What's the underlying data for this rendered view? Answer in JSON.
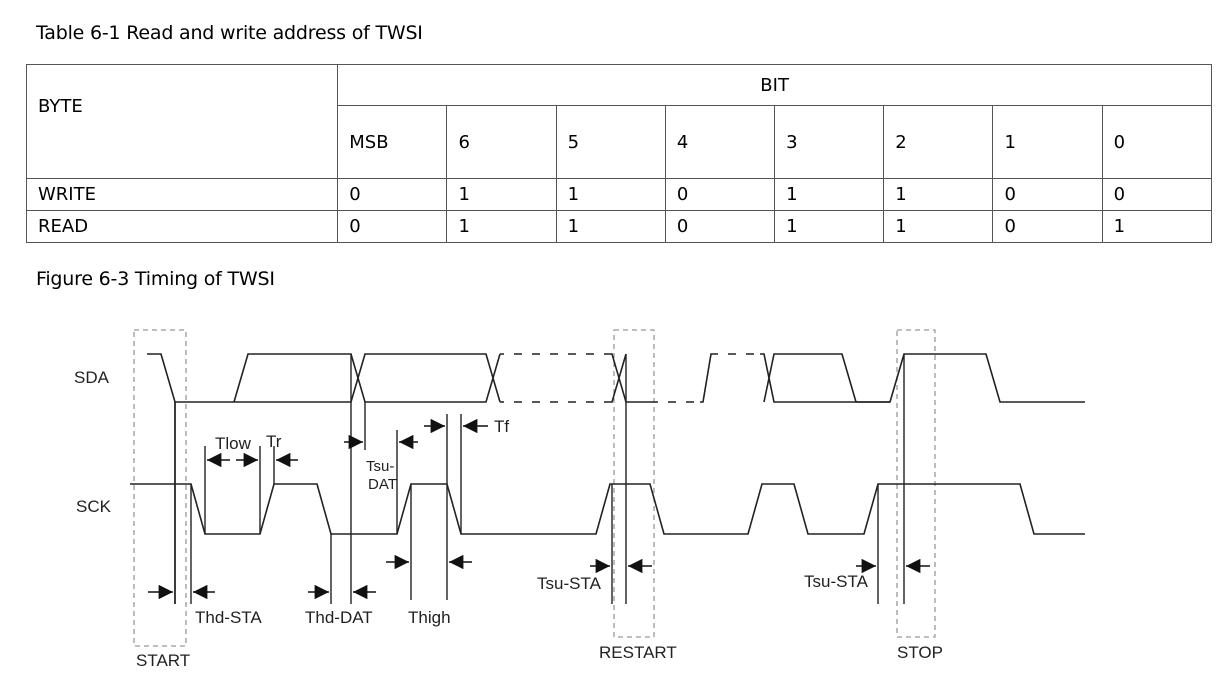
{
  "table": {
    "caption": "Table 6-1 Read and write address of TWSI",
    "byte_header": "BYTE",
    "bit_header": "BIT",
    "bit_columns": [
      "MSB",
      "6",
      "5",
      "4",
      "3",
      "2",
      "1",
      "0"
    ],
    "rows": [
      {
        "label": "WRITE",
        "values": [
          "0",
          "1",
          "1",
          "0",
          "1",
          "1",
          "0",
          "0"
        ]
      },
      {
        "label": "READ",
        "values": [
          "0",
          "1",
          "1",
          "0",
          "1",
          "1",
          "0",
          "1"
        ]
      }
    ]
  },
  "figure": {
    "caption": "Figure 6-3 Timing of TWSI",
    "signals": {
      "sda": "SDA",
      "sck": "SCK"
    },
    "timing_labels": {
      "tlow": "Tlow",
      "tr": "Tr",
      "tf": "Tf",
      "tsu_dat_line1": "Tsu-",
      "tsu_dat_line2": "DAT",
      "thd_sta": "Thd-STA",
      "thd_dat": "Thd-DAT",
      "thigh": "Thigh",
      "tsu_sta_restart": "Tsu-STA",
      "tsu_sta_stop": "Tsu-STA"
    },
    "conditions": {
      "start": "START",
      "restart": "RESTART",
      "stop": "STOP"
    }
  }
}
